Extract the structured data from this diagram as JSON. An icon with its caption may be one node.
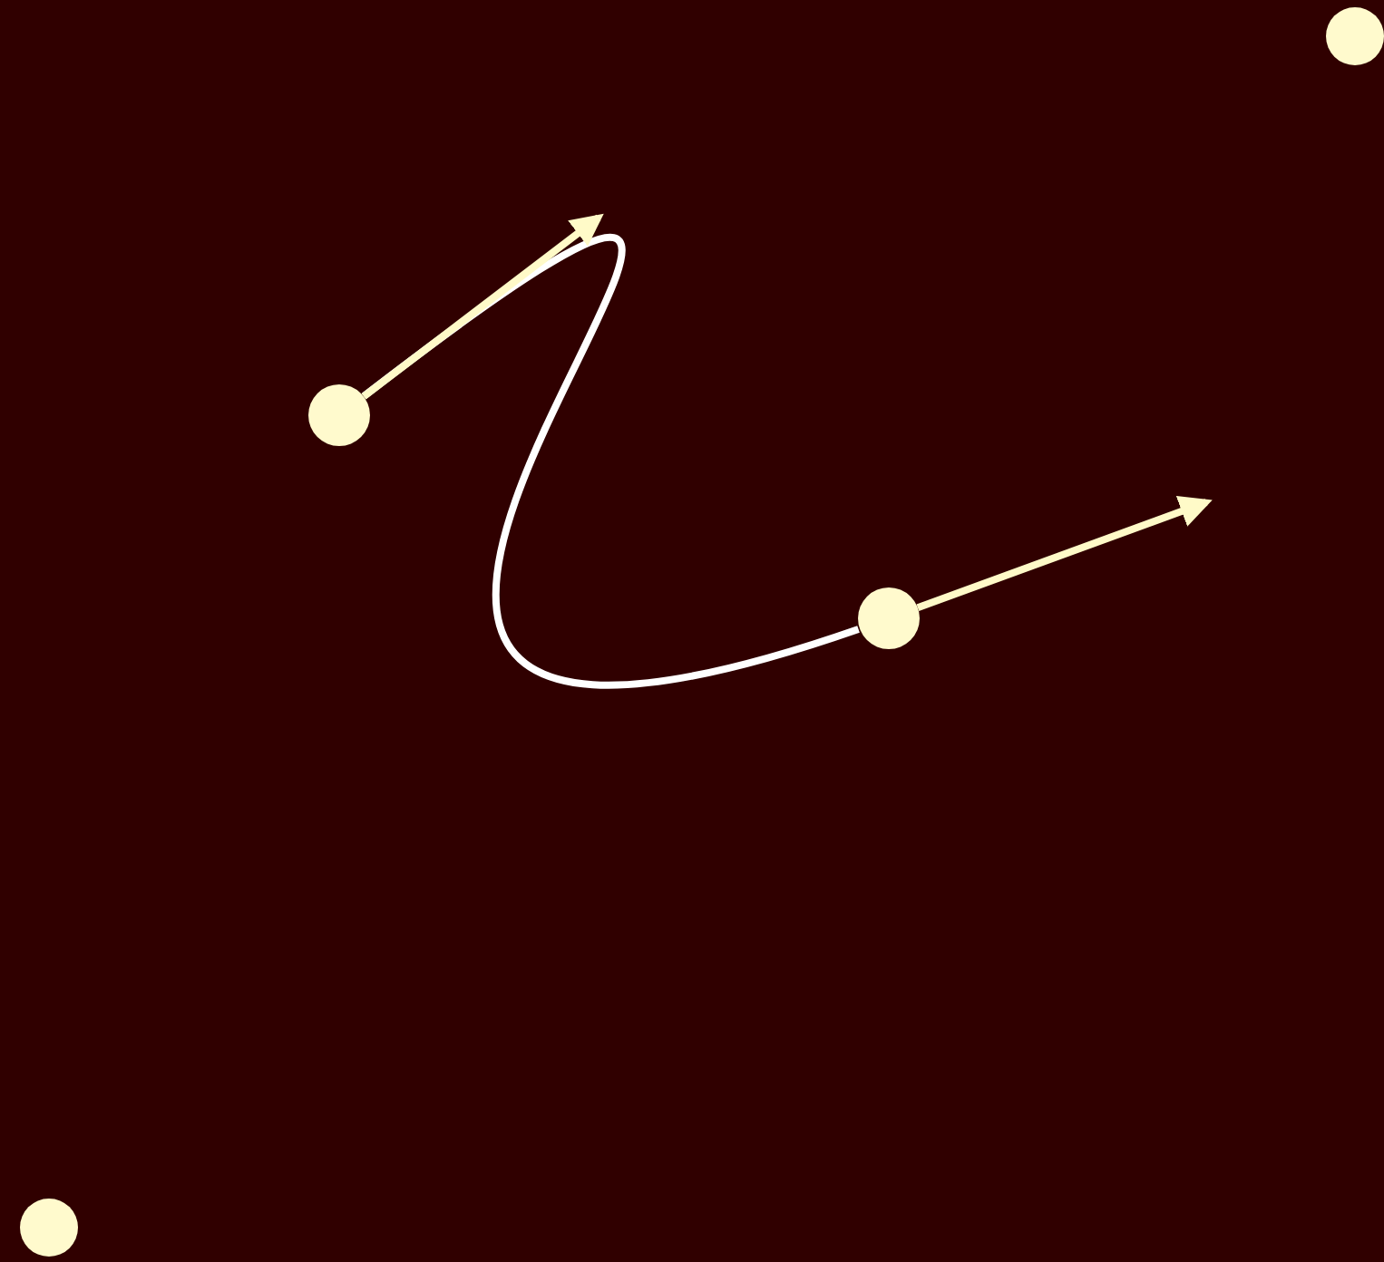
{
  "diagram": {
    "nodes": [
      {
        "text": [],
        "shape": "circle"
      },
      {
        "text": [],
        "shape": "circle"
      },
      {
        "text": [],
        "shape": "circle"
      },
      {
        "text": [],
        "shape": "circle"
      }
    ],
    "edges": [
      {
        "from": 1,
        "to": 2,
        "arrow": "none",
        "color": "#ffffff"
      },
      {
        "from": 1,
        "to": null,
        "arrow": "to"
      },
      {
        "from": 2,
        "to": null,
        "arrow": "to"
      }
    ]
  }
}
